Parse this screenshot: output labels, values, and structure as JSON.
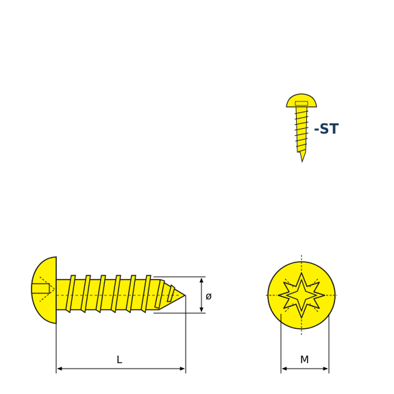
{
  "badge": {
    "label": "-ST"
  },
  "dimensions": {
    "length_label": "L",
    "diameter_label": "ø",
    "drive_label": "M"
  },
  "colors": {
    "screw_fill": "#fff200",
    "outline": "#1a1a1a",
    "badge_text": "#1a3a5a"
  }
}
